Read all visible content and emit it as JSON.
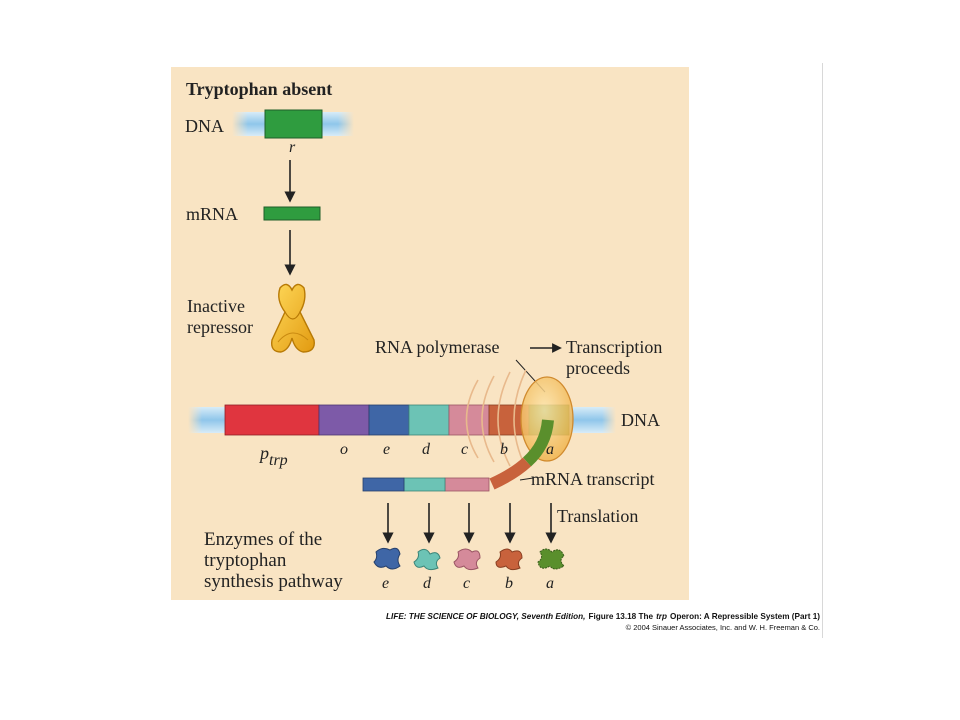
{
  "title": "Tryptophan absent",
  "top": {
    "dna_label": "DNA",
    "gene_label": "r",
    "mrna_label": "mRNA",
    "repressor_label_line1": "Inactive",
    "repressor_label_line2": "repressor"
  },
  "operon": {
    "polymerase_label": "RNA polymerase",
    "transcription_line1": "Transcription",
    "transcription_line2": "proceeds",
    "dna_label": "DNA",
    "promoter_main": "p",
    "promoter_sub": "trp",
    "operator_label": "o",
    "genes": [
      "e",
      "d",
      "c",
      "b",
      "a"
    ],
    "transcript_label": "mRNA transcript",
    "translation_label": "Translation"
  },
  "enzymes": {
    "label_line1": "Enzymes of the",
    "label_line2": "tryptophan",
    "label_line3": "synthesis pathway",
    "letters": [
      "e",
      "d",
      "c",
      "b",
      "a"
    ]
  },
  "caption": {
    "line1_book": "LIFE: THE SCIENCE OF BIOLOGY, Seventh Edition,",
    "line1_fig": "Figure 13.18 The",
    "line1_trp": "trp",
    "line1_rest": "Operon: A Repressible System (Part 1)",
    "line2": "© 2004 Sinauer Associates, Inc. and W. H. Freeman & Co."
  },
  "colors": {
    "panel": "#f9e4c3",
    "dna_blue": "#a9d4ee",
    "gene_r": "#2f9c3f",
    "promoter": "#e0353f",
    "operator": "#7d5aa8",
    "gene_e": "#3f66a6",
    "gene_d": "#6cc3b5",
    "gene_c": "#d58a9a",
    "gene_b": "#c8623c",
    "gene_a": "#5a8f2c",
    "repressor": "#f2b52a",
    "polymerase": "#f5c46a"
  }
}
